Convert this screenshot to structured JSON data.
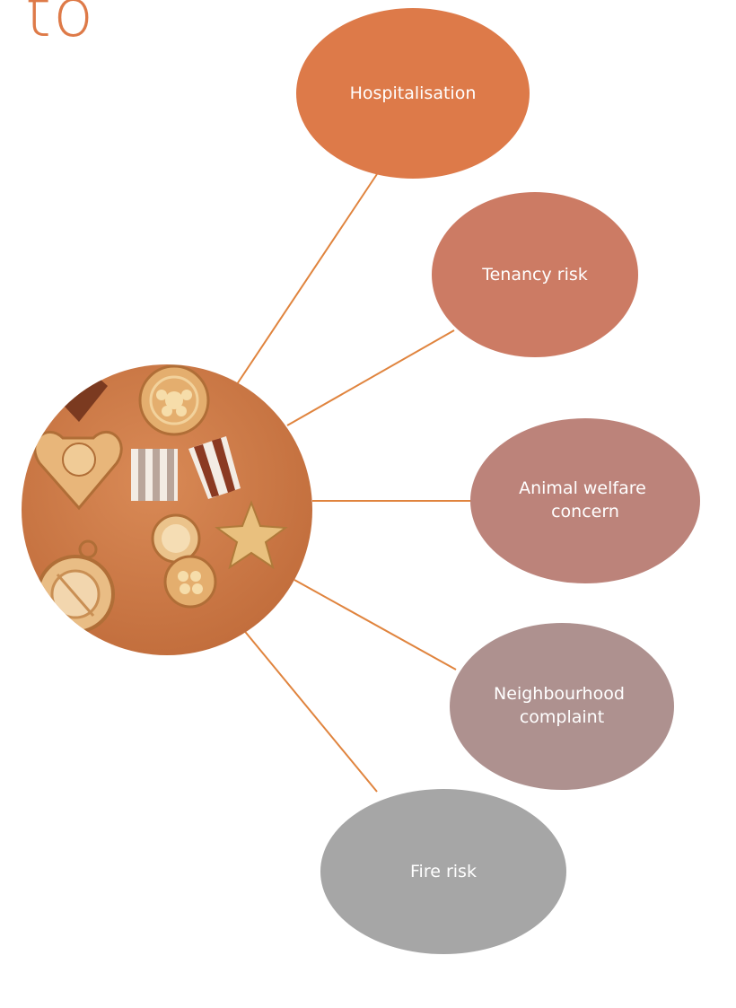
{
  "heading": {
    "text": "to",
    "color": "#DE7A48"
  },
  "hub": {
    "image_desc": "medals-illustration",
    "background_color": "#CD7844"
  },
  "connector_color": "#E0843E",
  "nodes": [
    {
      "label_lines": [
        "Hospitalisation"
      ],
      "color": "#DD7A49"
    },
    {
      "label_lines": [
        "Tenancy risk"
      ],
      "color": "#CC7B64"
    },
    {
      "label_lines": [
        "Animal welfare",
        "concern"
      ],
      "color": "#BC837A"
    },
    {
      "label_lines": [
        "Neighbourhood",
        "complaint"
      ],
      "color": "#AE918F"
    },
    {
      "label_lines": [
        "Fire risk"
      ],
      "color": "#A6A6A6"
    }
  ]
}
